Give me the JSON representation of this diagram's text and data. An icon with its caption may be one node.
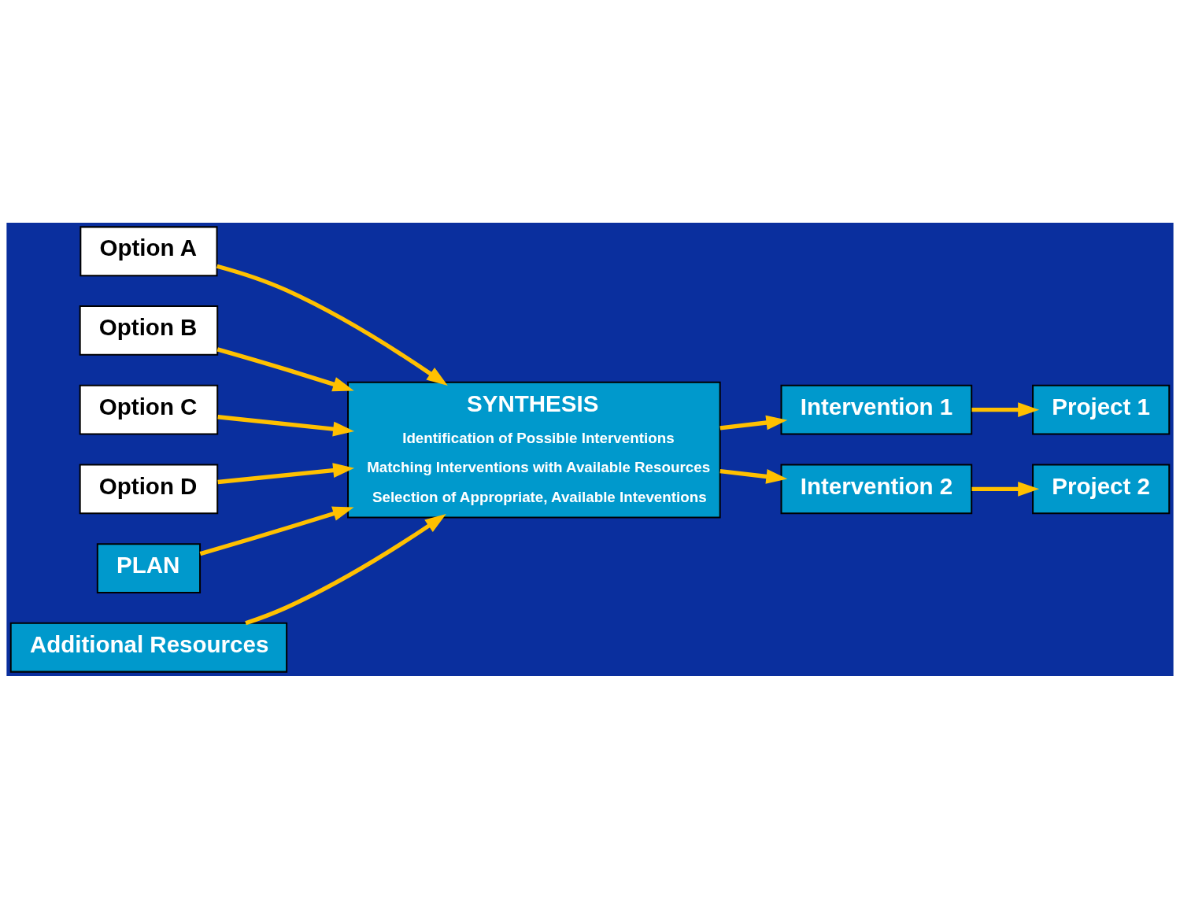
{
  "diagram": {
    "nodes": [
      {
        "text": [
          "Option A"
        ]
      },
      {
        "text": [
          "Option B"
        ]
      },
      {
        "text": [
          "Option C"
        ]
      },
      {
        "text": [
          "Option D"
        ]
      },
      {
        "text": [
          "PLAN"
        ]
      },
      {
        "text": [
          "SYNTHESIS",
          "Identification of Possible Interventions",
          "Matching Interventions with Available Resources",
          "Selection of Appropriate, Available Inteventions"
        ]
      },
      {
        "text": [
          "Intervention 1"
        ]
      },
      {
        "text": [
          "Project 1"
        ]
      },
      {
        "text": [
          "Intervention 2"
        ]
      },
      {
        "text": [
          "Project 2"
        ]
      },
      {
        "text": [
          "Additional Resources"
        ]
      }
    ],
    "edges": [
      {
        "from": 0,
        "to": 5,
        "arrow": "to"
      },
      {
        "from": 1,
        "to": 5,
        "arrow": "to"
      },
      {
        "from": 2,
        "to": 5,
        "arrow": "to"
      },
      {
        "from": 3,
        "to": 5,
        "arrow": "to"
      },
      {
        "from": 4,
        "to": 5,
        "arrow": "to"
      },
      {
        "from": 5,
        "to": 6,
        "arrow": "to"
      },
      {
        "from": 6,
        "to": 7,
        "arrow": "to"
      },
      {
        "from": 5,
        "to": 8,
        "arrow": "to"
      },
      {
        "from": 8,
        "to": 9,
        "arrow": "to"
      },
      {
        "from": 10,
        "to": 5,
        "arrow": "to"
      }
    ]
  }
}
